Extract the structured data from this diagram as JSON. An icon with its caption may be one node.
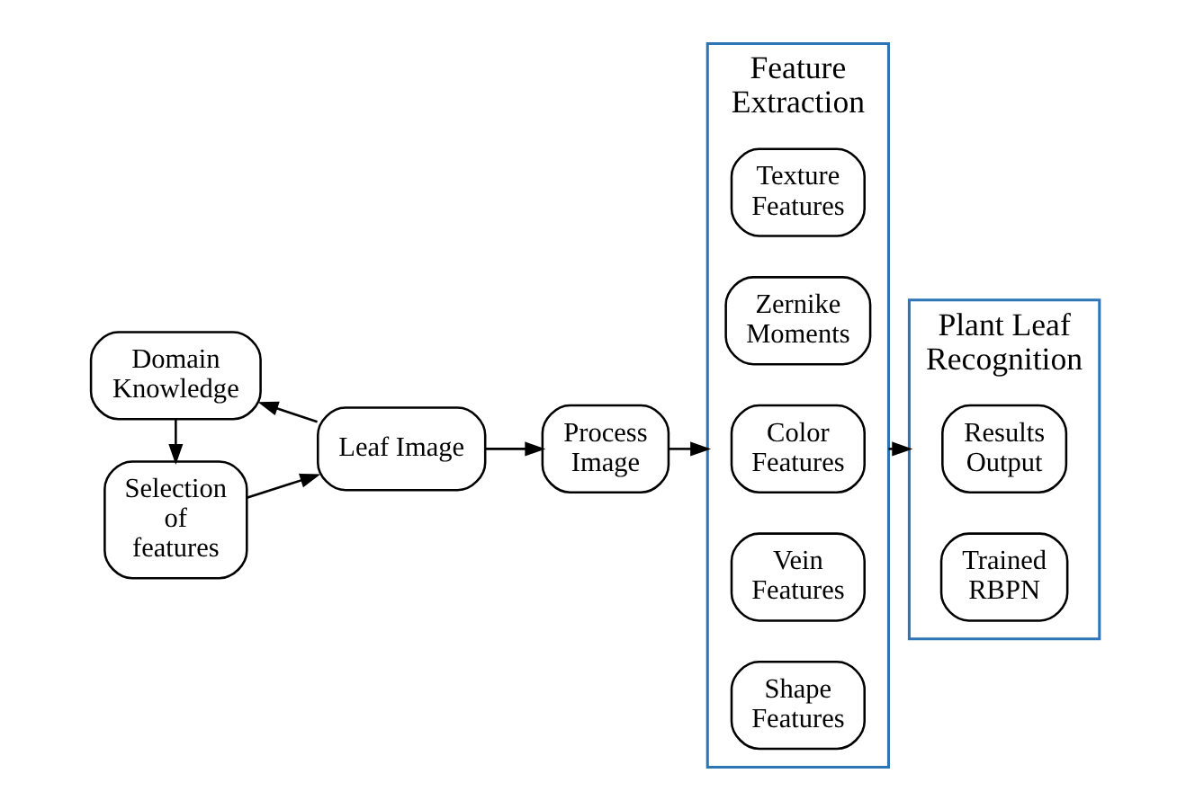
{
  "diagram": {
    "nodes": [
      {
        "text": [
          "Domain Knowledge"
        ]
      },
      {
        "text": [
          "Selection of features"
        ]
      },
      {
        "text": [
          "Leaf Image"
        ]
      },
      {
        "text": [
          "Process Image"
        ]
      },
      {
        "text": [
          "Feature Extraction"
        ]
      },
      {
        "text": [
          "Shape Features"
        ],
        "in": 4
      },
      {
        "text": [
          "Vein Features"
        ],
        "in": 4
      },
      {
        "text": [
          "Color Features"
        ],
        "in": 4
      },
      {
        "text": [
          "Zernike Moments"
        ],
        "in": 4
      },
      {
        "text": [
          "Texture Features"
        ],
        "in": 4
      },
      {
        "text": [
          "Plant Leaf Recognition"
        ]
      },
      {
        "text": [
          "Trained RBPN"
        ],
        "in": 10
      },
      {
        "text": [
          "Results Output"
        ],
        "in": 10
      }
    ],
    "edges": [
      {
        "from": 2,
        "to": 0,
        "arrow": "to"
      },
      {
        "from": 0,
        "to": 1,
        "arrow": "to"
      },
      {
        "from": 1,
        "to": 2,
        "arrow": "to"
      },
      {
        "from": 2,
        "to": 3,
        "arrow": "to"
      },
      {
        "from": 3,
        "to": 4,
        "arrow": "to"
      },
      {
        "from": 4,
        "to": 10,
        "arrow": "to"
      }
    ]
  }
}
